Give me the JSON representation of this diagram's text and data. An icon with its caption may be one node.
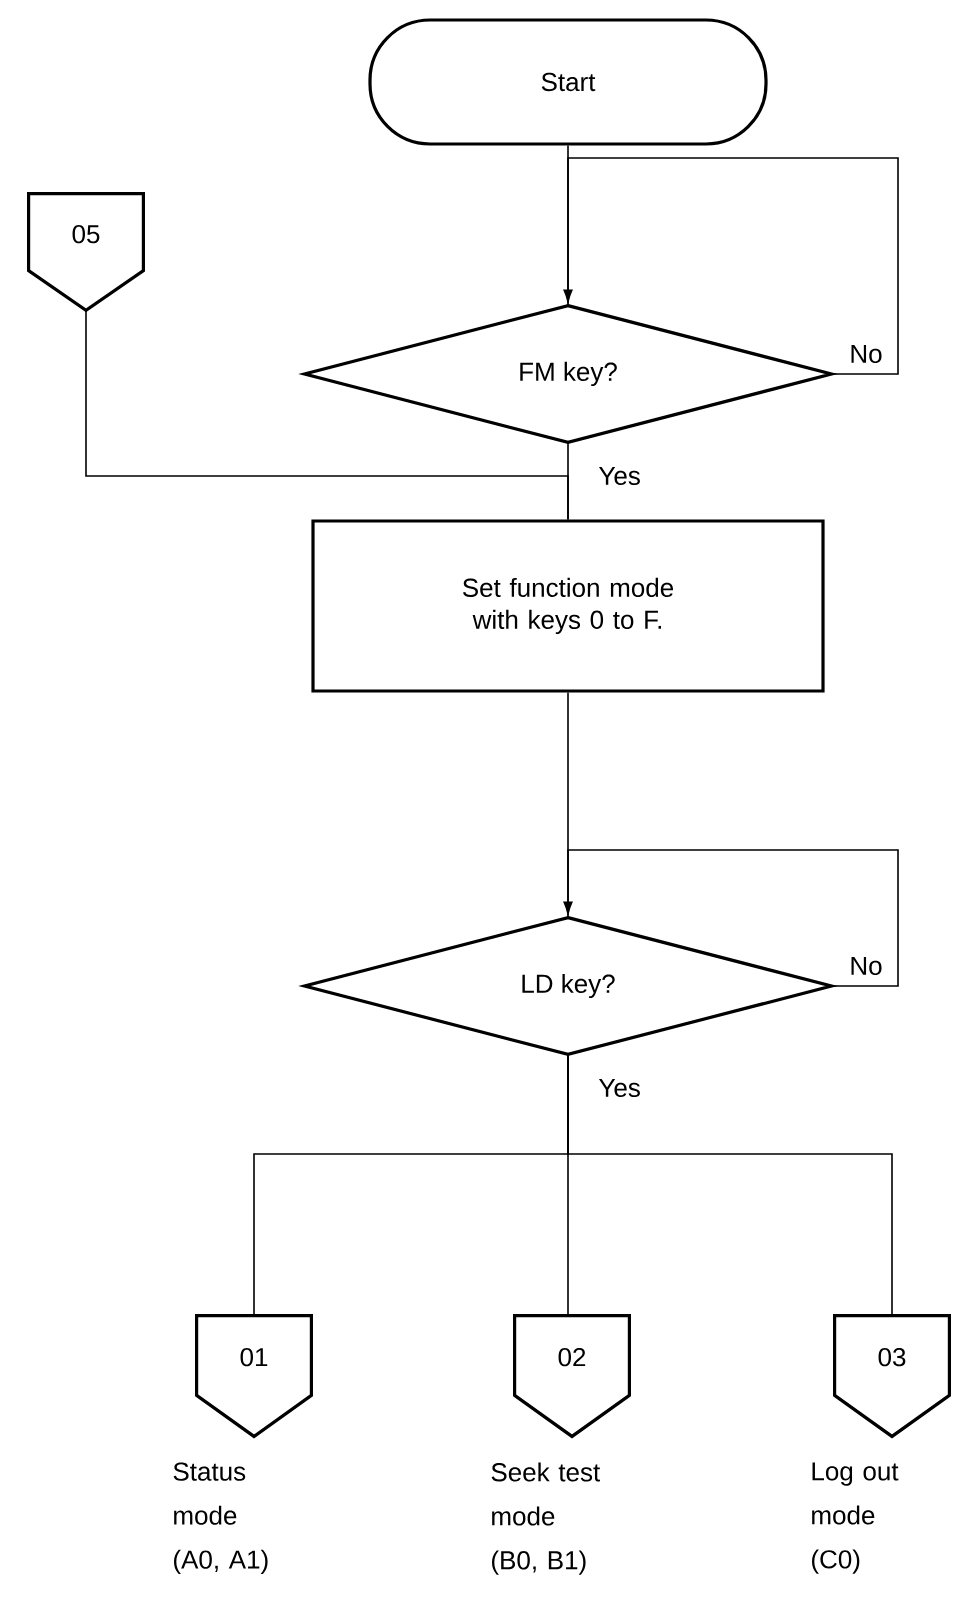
{
  "diagram": {
    "nodes": [
      {
        "text": [
          "Start"
        ]
      },
      {
        "text": [
          "05"
        ]
      },
      {
        "text": [
          "FM key?"
        ]
      },
      {
        "text": [
          "Set function mode with keys 0 to F."
        ]
      },
      {
        "text": [
          "LD key?"
        ]
      },
      {
        "text": [
          "01"
        ],
        "beside": [
          "Status mode (A0, A1)"
        ]
      },
      {
        "text": [
          "02"
        ],
        "beside": [
          "Seek test mode (B0, B1)"
        ]
      },
      {
        "text": [
          "03"
        ],
        "beside": [
          "Log out mode (C0)"
        ]
      }
    ],
    "edges": [
      {
        "from": 0,
        "to": 2,
        "arrow": "none"
      },
      {
        "from": 2,
        "to": 2,
        "arrow": "to",
        "label": "No"
      },
      {
        "from": 1,
        "to": 3,
        "arrow": "none"
      },
      {
        "from": 2,
        "to": 3,
        "arrow": "none",
        "label": "Yes"
      },
      {
        "from": 3,
        "to": 4,
        "arrow": "none"
      },
      {
        "from": 4,
        "to": 4,
        "arrow": "to",
        "label": "No"
      },
      {
        "from": 4,
        "to": 5,
        "arrow": "none"
      },
      {
        "from": 4,
        "to": 6,
        "arrow": "none",
        "label": "Yes"
      },
      {
        "from": 4,
        "to": 7,
        "arrow": "none"
      }
    ]
  }
}
